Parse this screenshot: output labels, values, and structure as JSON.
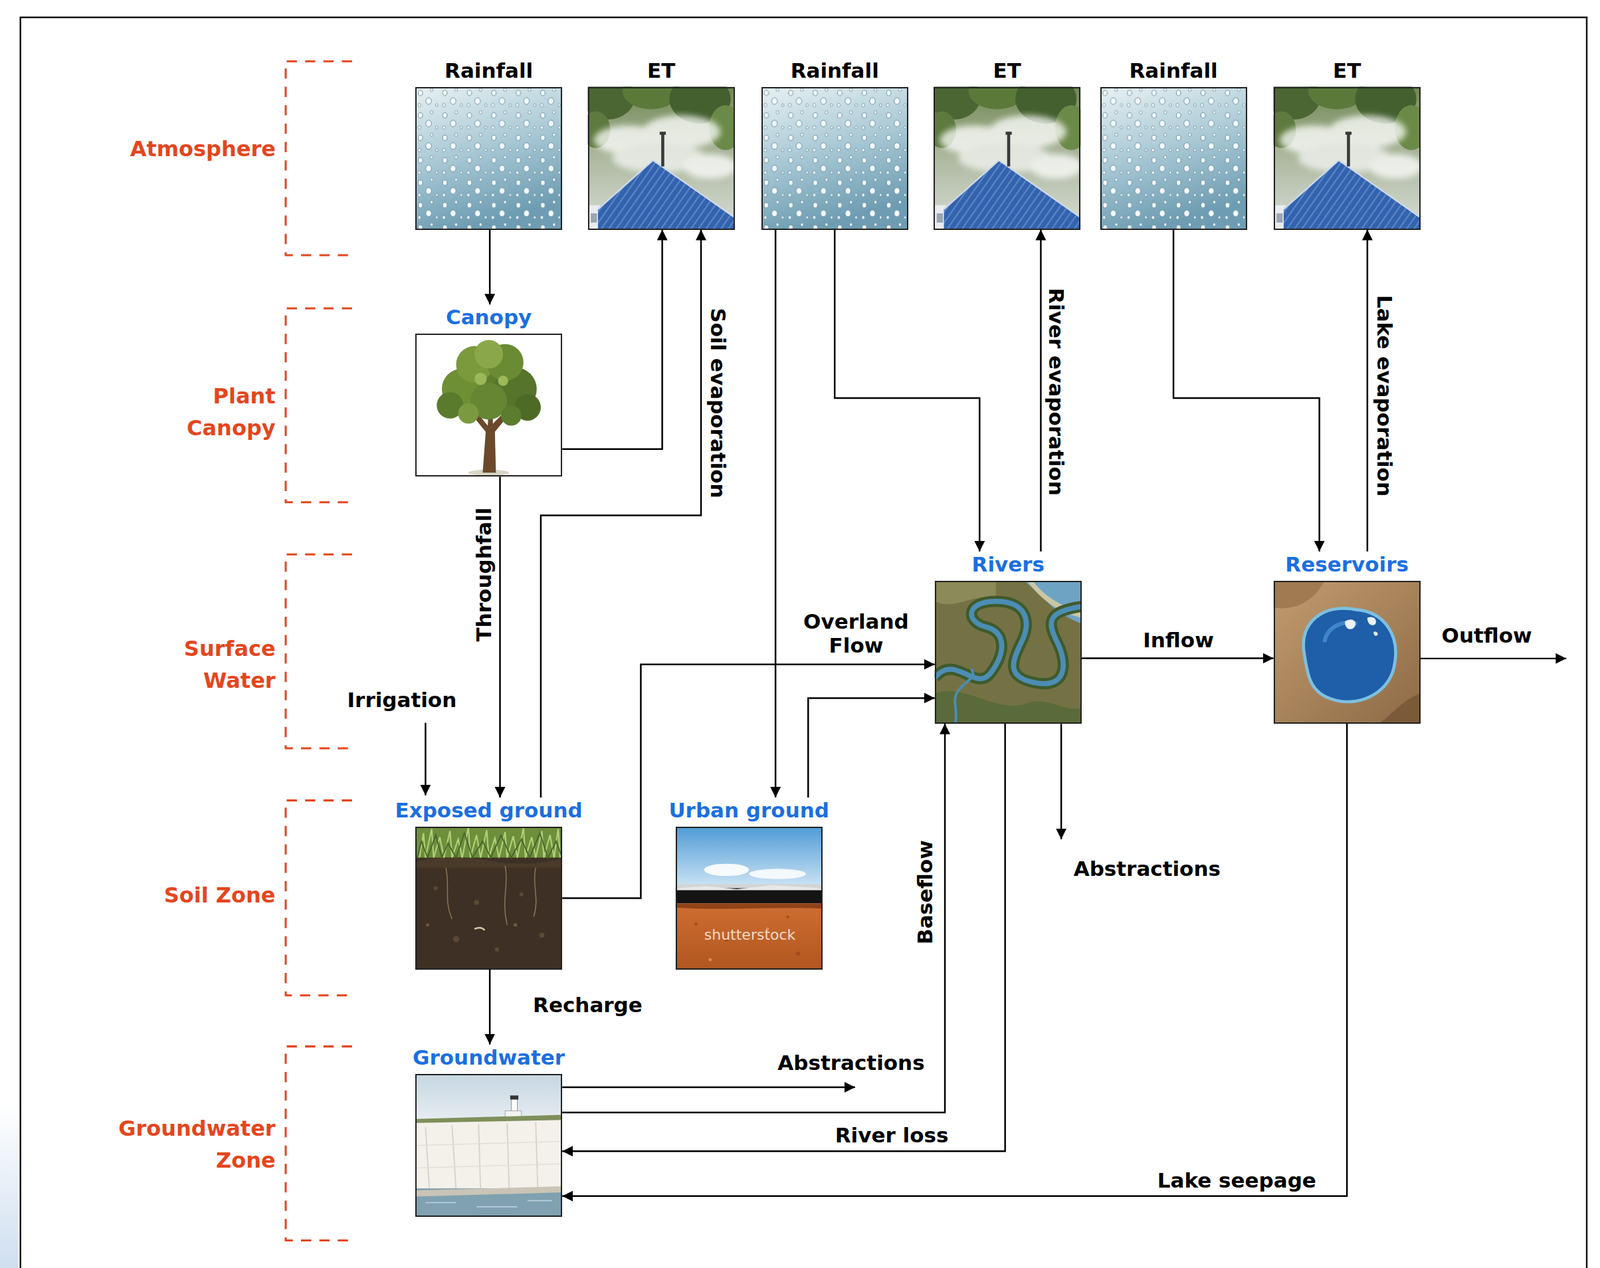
{
  "diagram": {
    "nodes": [
      {
        "text": [
          "Rainfall"
        ]
      },
      {
        "text": [
          "ET"
        ]
      },
      {
        "text": [
          "Rainfall"
        ]
      },
      {
        "text": [
          "ET"
        ]
      },
      {
        "text": [
          "Rainfall"
        ]
      },
      {
        "text": [
          "ET"
        ]
      },
      {
        "text": [
          "Canopy"
        ]
      },
      {
        "text": [
          "Rivers"
        ]
      },
      {
        "text": [
          "Reservoirs"
        ]
      },
      {
        "text": [
          "Exposed ground"
        ]
      },
      {
        "text": [
          "Urban ground"
        ]
      },
      {
        "text": [
          "Groundwater"
        ]
      }
    ],
    "edges": [
      {
        "from": 0,
        "to": 6,
        "arrow": "to"
      },
      {
        "from": 6,
        "to": 1,
        "arrow": "to"
      },
      {
        "from": 9,
        "to": 1,
        "label": "Soil evaporation",
        "arrow": "to"
      },
      {
        "from": 2,
        "to": 10,
        "arrow": "to"
      },
      {
        "from": 2,
        "to": 7,
        "arrow": "to"
      },
      {
        "from": 7,
        "to": 3,
        "label": "River evaporation",
        "arrow": "to"
      },
      {
        "from": 4,
        "to": 8,
        "arrow": "to"
      },
      {
        "from": 8,
        "to": 5,
        "label": "Lake evaporation",
        "arrow": "to"
      },
      {
        "from": 6,
        "to": 9,
        "label": "Throughfall",
        "arrow": "to"
      },
      {
        "from": 9,
        "to": 7,
        "label": "Overland Flow",
        "arrow": "to"
      },
      {
        "from": 10,
        "to": 7,
        "arrow": "to"
      },
      {
        "from": 7,
        "to": 8,
        "label": "Inflow",
        "arrow": "to"
      },
      {
        "from": 9,
        "to": 11,
        "label": "Recharge",
        "arrow": "to"
      },
      {
        "from": 11,
        "to": 7,
        "label": "Baseflow",
        "arrow": "to"
      },
      {
        "from": 7,
        "to": 11,
        "label": "River loss",
        "arrow": "to"
      },
      {
        "from": 8,
        "to": 11,
        "label": "Lake seepage",
        "arrow": "to"
      }
    ],
    "labels": [
      "Atmosphere",
      "Plant Canopy",
      "Surface Water",
      "Soil Zone",
      "Groundwater Zone",
      "Irrigation",
      "Abstractions",
      "Abstractions",
      "Outflow",
      "shutterstock"
    ]
  }
}
